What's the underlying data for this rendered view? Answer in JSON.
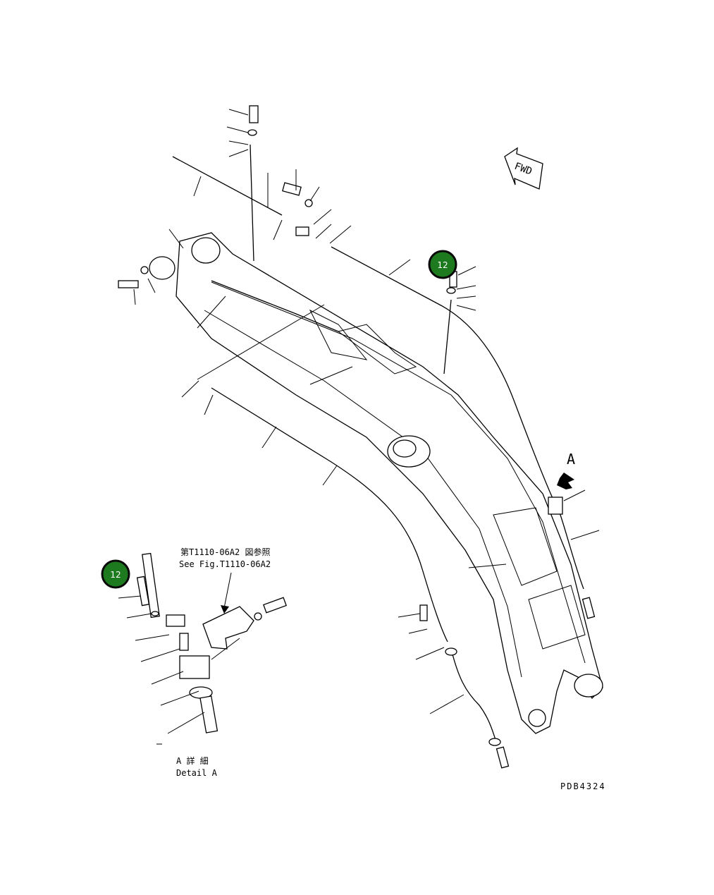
{
  "fwd_label": "FWD",
  "view_marker": "A",
  "reference_note": {
    "jp": "第T1110-06A2 図参照",
    "en": "See Fig.T1110-06A2"
  },
  "detail_caption": {
    "jp": "A 詳 細",
    "en": "Detail A"
  },
  "drawing_number": "PDB4324",
  "callouts": [
    {
      "label": "12"
    },
    {
      "label": "12"
    }
  ]
}
